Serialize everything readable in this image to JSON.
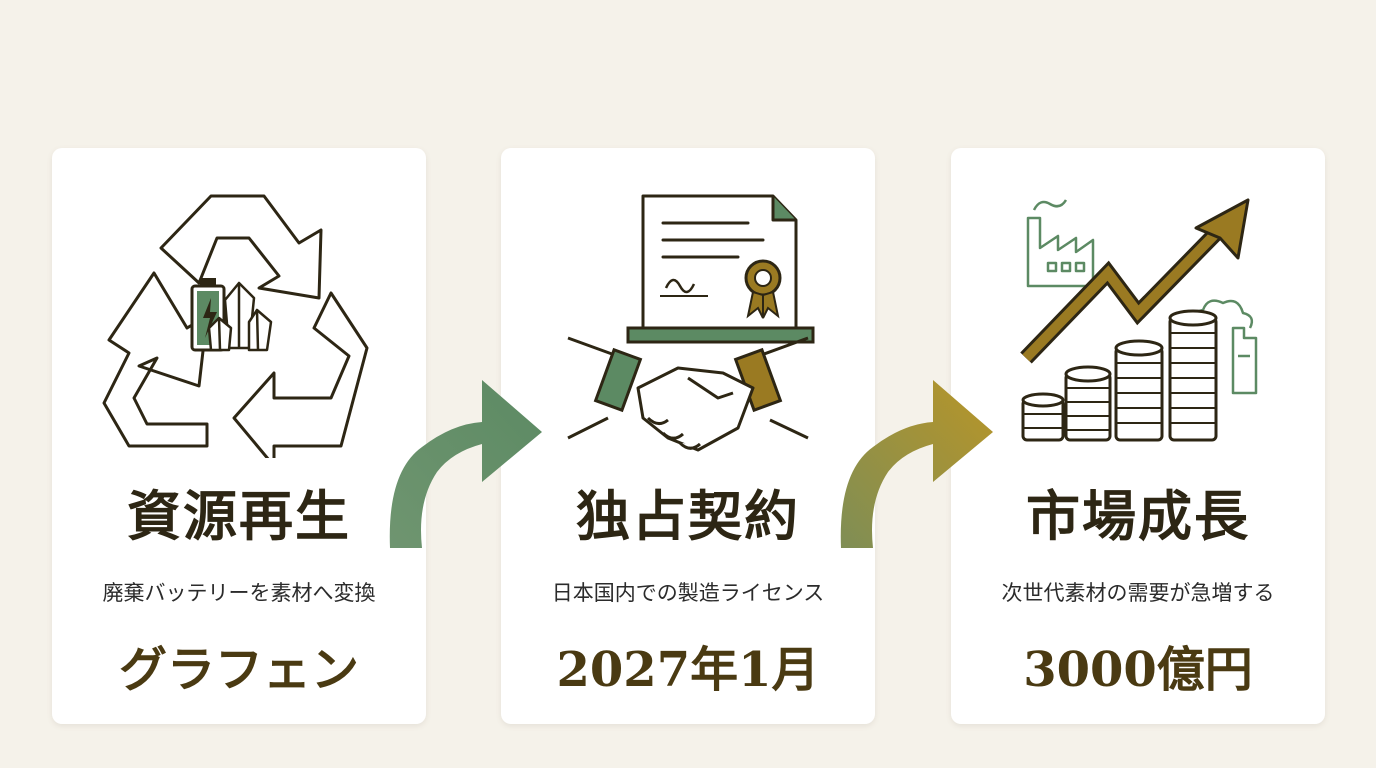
{
  "colors": {
    "background": "#f5f2ea",
    "card": "#ffffff",
    "ink": "#2d2614",
    "green": "#5c8a63",
    "gold": "#9a7a22"
  },
  "steps": [
    {
      "icon": "recycle-icon",
      "title": "資源再生",
      "subtitle": "廃棄バッテリーを素材へ変換",
      "value": "グラフェン"
    },
    {
      "icon": "handshake-contract-icon",
      "title": "独占契約",
      "subtitle": "日本国内での製造ライセンス",
      "value": "2027年1月"
    },
    {
      "icon": "market-growth-icon",
      "title": "市場成長",
      "subtitle": "次世代素材の需要が急増する",
      "value": "3000億円"
    }
  ]
}
